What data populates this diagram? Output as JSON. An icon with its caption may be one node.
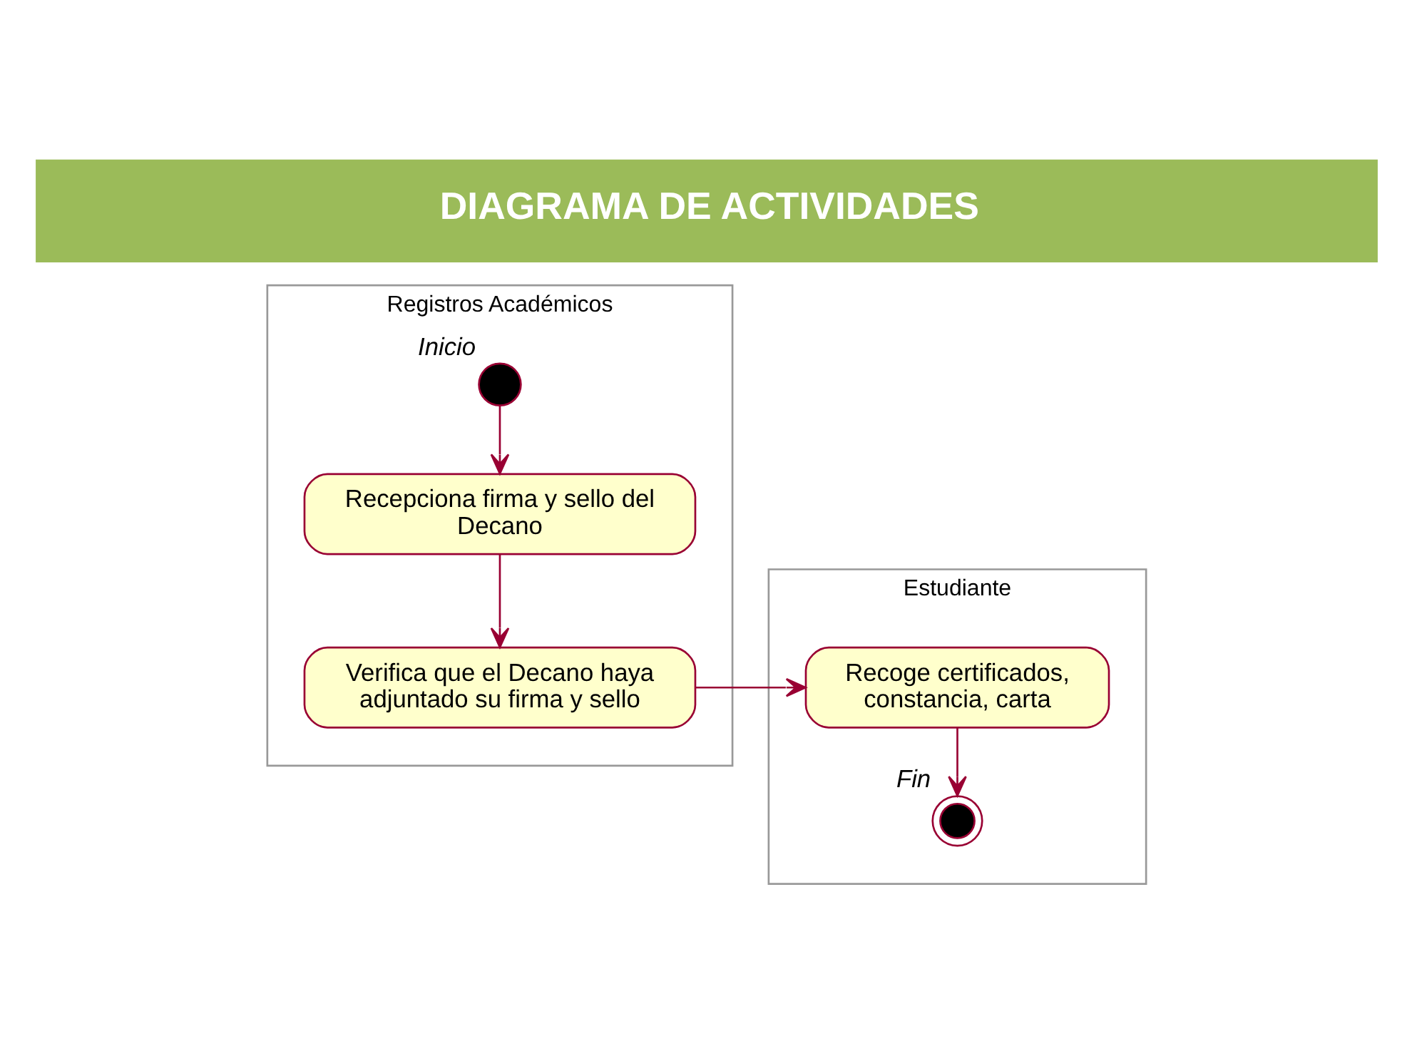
{
  "diagram": {
    "title": "DIAGRAMA DE ACTIVIDADES",
    "nodes": [
      {
        "text": [
          "Registros Académicos"
        ]
      },
      {
        "text": [
          "Estudiante"
        ]
      },
      {
        "text": [],
        "shape": "circle",
        "beside": [
          "Inicio"
        ],
        "in": 0
      },
      {
        "text": [
          "Recepciona firma y sello del Decano"
        ],
        "in": 0
      },
      {
        "text": [
          "Verifica que el Decano haya adjuntado su firma y sello"
        ],
        "in": 0
      },
      {
        "text": [
          "Recoge certificados, constancia, carta"
        ],
        "in": 1
      },
      {
        "text": [],
        "shape": "bullseye",
        "beside": [
          "Fin"
        ],
        "in": 1
      }
    ],
    "edges": [
      {
        "from": 2,
        "to": 3,
        "arrow": "to"
      },
      {
        "from": 3,
        "to": 4,
        "arrow": "to"
      },
      {
        "from": 4,
        "to": 5,
        "arrow": "to"
      },
      {
        "from": 5,
        "to": 6,
        "arrow": "to"
      }
    ]
  }
}
